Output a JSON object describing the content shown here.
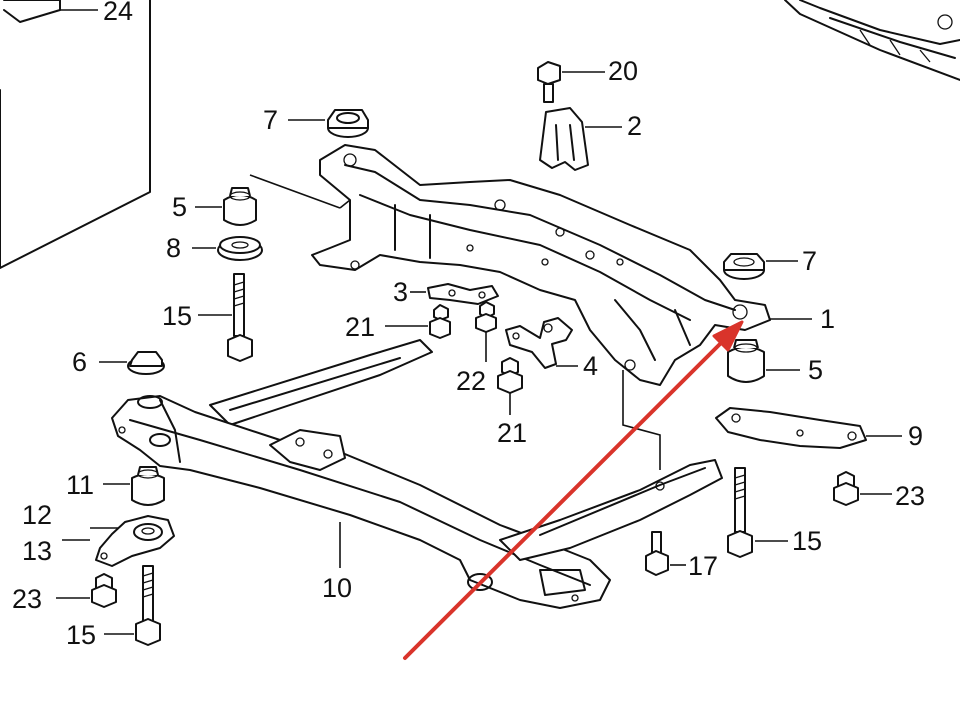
{
  "diagram": {
    "callouts": {
      "c24": "24",
      "c20": "20",
      "c2": "2",
      "c7a": "7",
      "c7b": "7",
      "c5a": "5",
      "c5b": "5",
      "c8": "8",
      "c1": "1",
      "c3": "3",
      "c15a": "15",
      "c15b": "15",
      "c15c": "15",
      "c21a": "21",
      "c21b": "21",
      "c22": "22",
      "c4": "4",
      "c6": "6",
      "c9": "9",
      "c11": "11",
      "c12": "12",
      "c13": "13",
      "c23a": "23",
      "c23b": "23",
      "c10": "10",
      "c17": "17"
    },
    "annotation": {
      "arrow_color": "#d9342b",
      "points_to": "1"
    }
  }
}
